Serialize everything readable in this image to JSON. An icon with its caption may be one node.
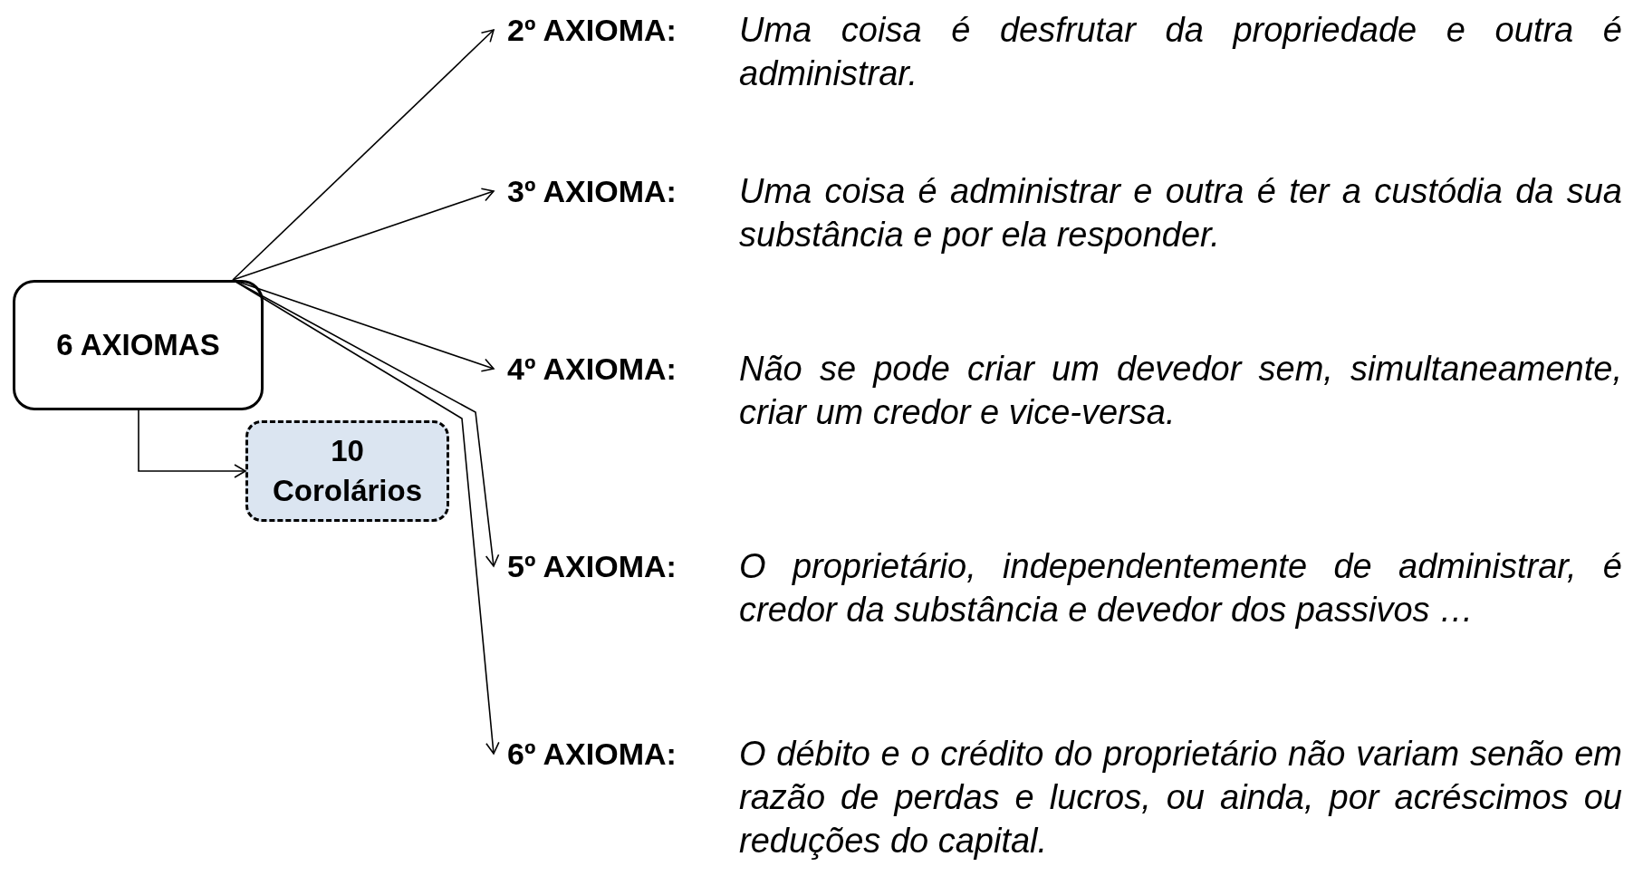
{
  "diagram": {
    "nodes": [
      {
        "text": [
          "6 AXIOMAS"
        ]
      },
      {
        "text": [
          "10 Corolários"
        ]
      },
      {
        "text": [
          "2º AXIOMA:",
          "Uma coisa é desfrutar da propriedade e outra é administrar."
        ]
      },
      {
        "text": [
          "3º AXIOMA:",
          "Uma coisa é administrar e outra é ter a custódia da sua substância e por ela responder."
        ]
      },
      {
        "text": [
          "4º AXIOMA:",
          "Não se pode criar um devedor sem, simultaneamente, criar um credor e vice-versa."
        ]
      },
      {
        "text": [
          "5º AXIOMA:",
          "O proprietário, independentemente de administrar, é credor da substância e devedor dos passivos …"
        ]
      },
      {
        "text": [
          "6º AXIOMA:",
          "O débito e o crédito do proprietário não variam senão em razão de perdas e lucros, ou ainda, por acréscimos ou reduções do capital."
        ]
      }
    ],
    "edges": [
      {
        "from": 0,
        "to": 1,
        "arrow": "to"
      },
      {
        "from": 0,
        "to": 2,
        "arrow": "to"
      },
      {
        "from": 0,
        "to": 3,
        "arrow": "to"
      },
      {
        "from": 0,
        "to": 4,
        "arrow": "to"
      },
      {
        "from": 0,
        "to": 5,
        "arrow": "to"
      },
      {
        "from": 0,
        "to": 6,
        "arrow": "to"
      }
    ]
  }
}
